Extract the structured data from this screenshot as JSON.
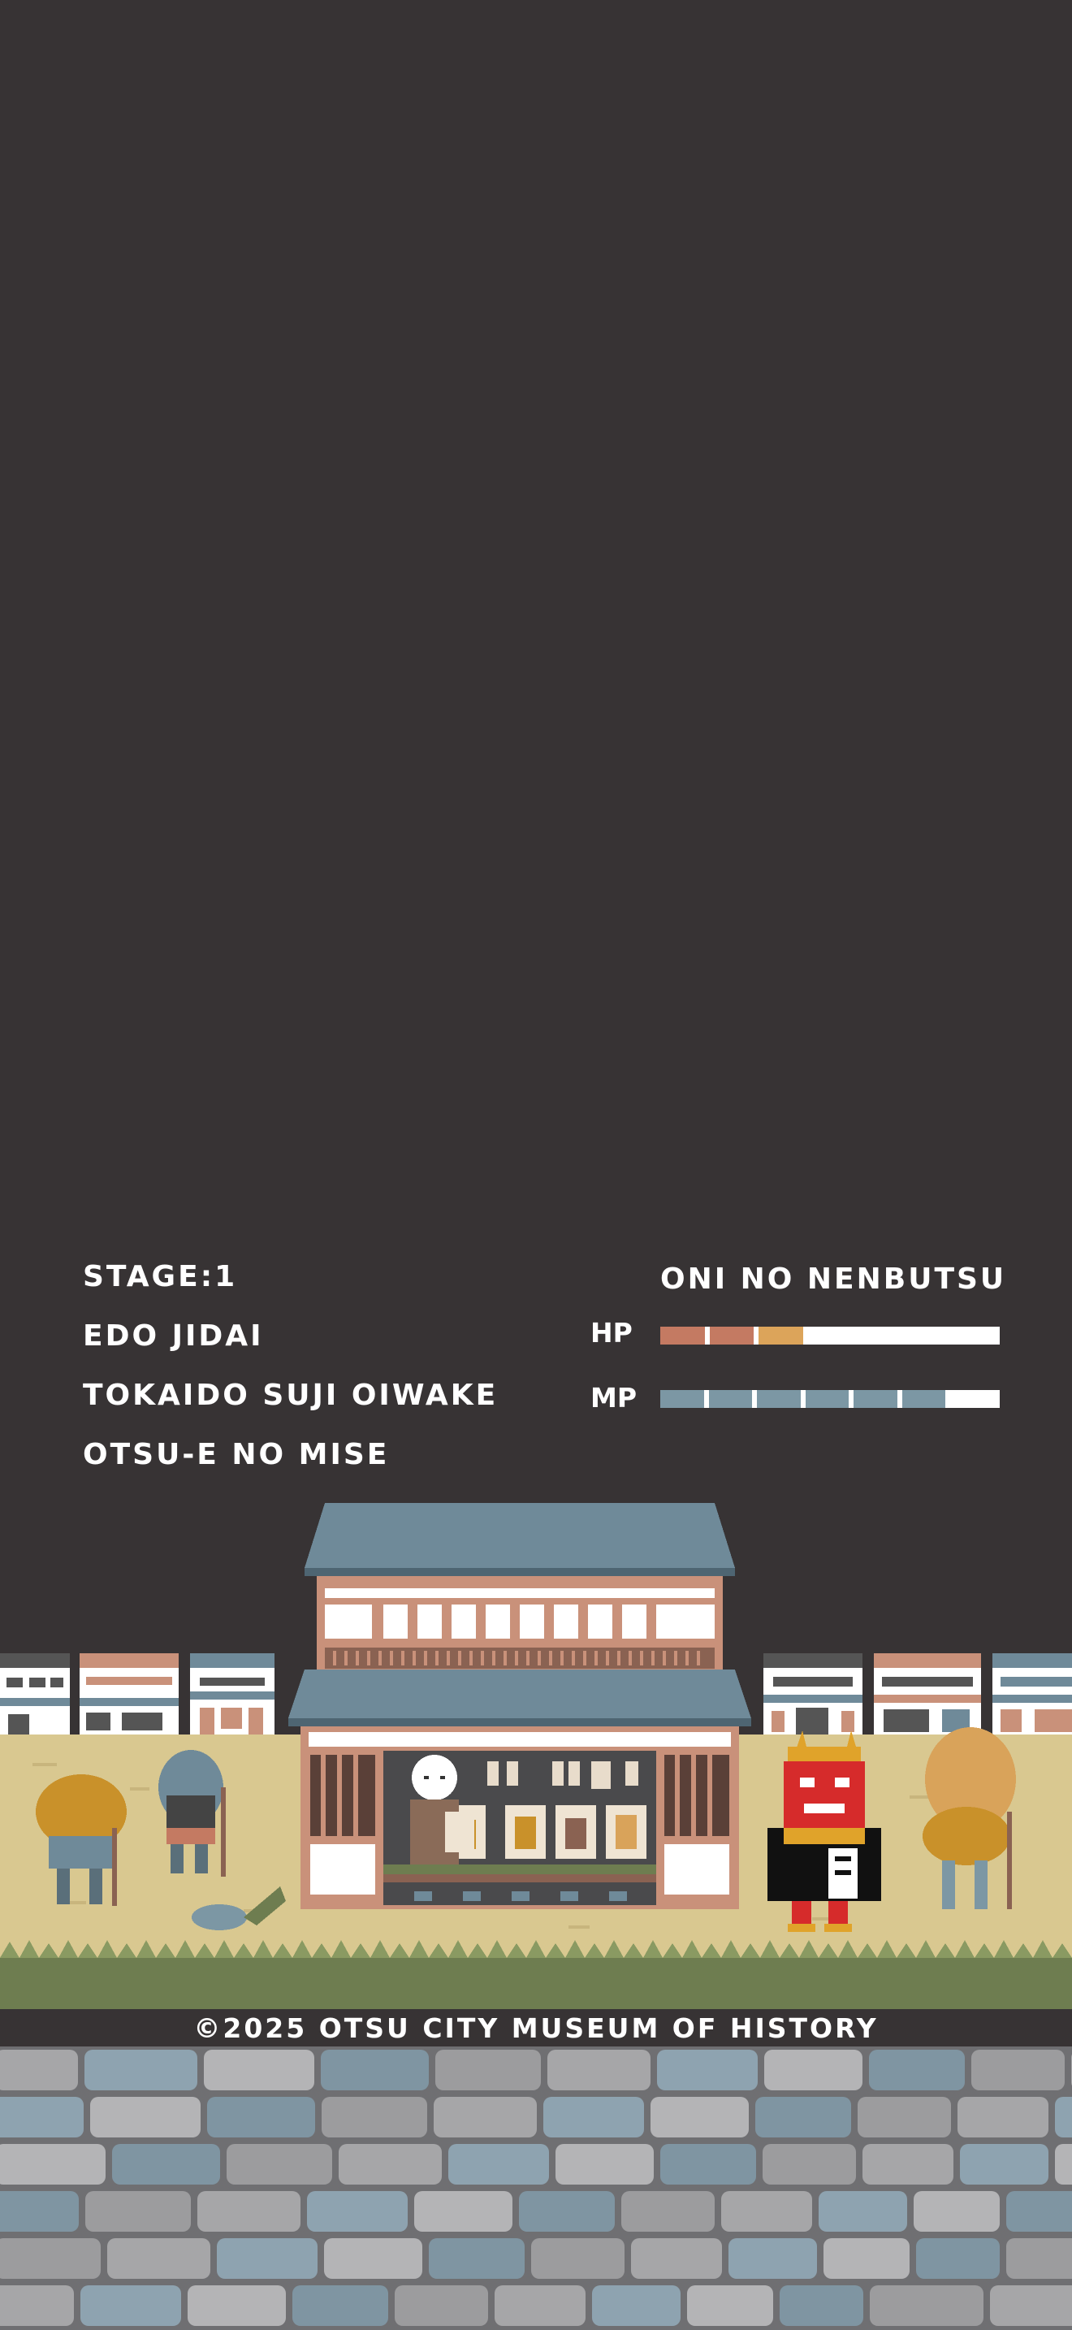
{
  "hud": {
    "stage": "STAGE:1",
    "era": "EDO JIDAI",
    "location": "TOKAIDO SUJI OIWAKE",
    "shop": "OTSU-E NO MISE",
    "enemy_name": "ONI NO NENBUTSU",
    "hp_label": "HP",
    "mp_label": "MP",
    "hp_fraction": 0.42,
    "mp_fraction": 0.84
  },
  "footer": {
    "copyright": "©2025   OTSU CITY MUSEUM OF HISTORY"
  },
  "colors": {
    "background": "#373334",
    "hp_segment_1": "#c47a62",
    "hp_segment_2": "#c47a62",
    "hp_segment_3": "#dca45a",
    "mp_segment": "#7c97a4",
    "ground": "#d9c890",
    "roof": "#6f8a99",
    "wall": "#c9917a",
    "grass": "#6e7d50",
    "oni_red": "#d62b2b"
  },
  "icons": [
    "townhouse-icon",
    "otsu-e-shop-icon",
    "oni-character-icon",
    "traveler-icon",
    "peddler-icon",
    "fish-icon"
  ]
}
